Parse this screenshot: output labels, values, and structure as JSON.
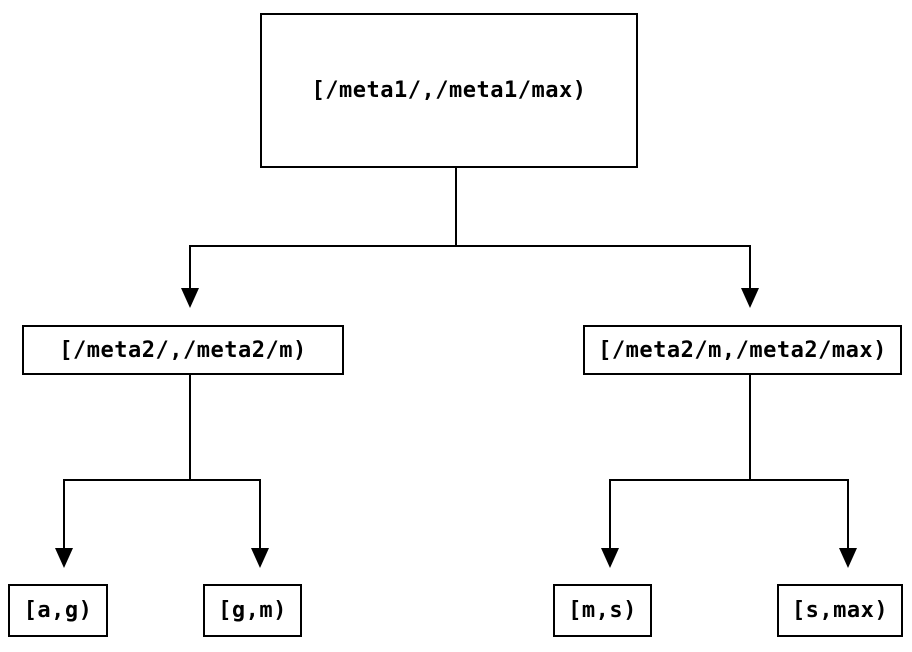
{
  "diagram": {
    "type": "binary-tree",
    "colors": {
      "background": "#ffffff",
      "line": "#000000",
      "text": "#000000"
    },
    "nodes": {
      "root": {
        "label": "[/meta1/,/meta1/max)"
      },
      "left_child": {
        "label": "[/meta2/,/meta2/m)"
      },
      "right_child": {
        "label": "[/meta2/m,/meta2/max)"
      },
      "leaf_ag": {
        "label": "[a,g)"
      },
      "leaf_gm": {
        "label": "[g,m)"
      },
      "leaf_ms": {
        "label": "[m,s)"
      },
      "leaf_smax": {
        "label": "[s,max)"
      }
    },
    "edges": [
      {
        "from": "root",
        "to": "left_child"
      },
      {
        "from": "root",
        "to": "right_child"
      },
      {
        "from": "left_child",
        "to": "leaf_ag"
      },
      {
        "from": "left_child",
        "to": "leaf_gm"
      },
      {
        "from": "right_child",
        "to": "leaf_ms"
      },
      {
        "from": "right_child",
        "to": "leaf_smax"
      }
    ]
  }
}
